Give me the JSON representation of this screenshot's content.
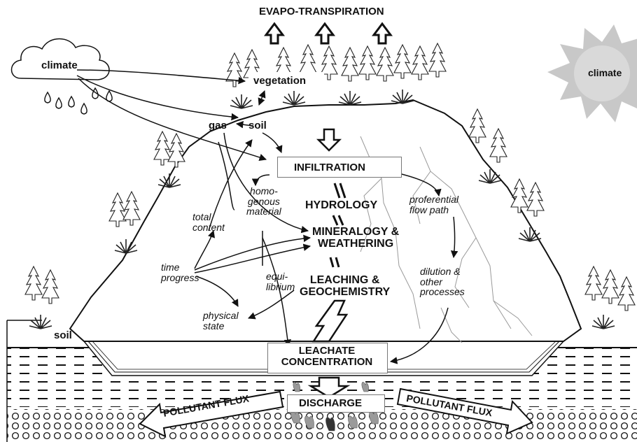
{
  "labels": {
    "evapo": "EVAPO-TRANSPIRATION",
    "climate_left": "climate",
    "climate_right": "climate",
    "vegetation": "vegetation",
    "gas": "gas",
    "soil_top": "soil",
    "soil_left": "soil",
    "infiltration": "INFILTRATION",
    "homogenous_1": "homo-",
    "homogenous_2": "genous",
    "homogenous_3": "material",
    "hydrology": "HYDROLOGY",
    "preferential_1": "proferential",
    "preferential_2": "flow path",
    "total_content_1": "total",
    "total_content_2": "content",
    "mineralogy_1": "MINERALOGY &",
    "mineralogy_2": "WEATHERING",
    "time_progress_1": "time",
    "time_progress_2": "progress",
    "equilibrium_1": "equi-",
    "equilibrium_2": "librium",
    "leaching_1": "LEACHING &",
    "leaching_2": "GEOCHEMISTRY",
    "dilution_1": "dilution &",
    "dilution_2": "other",
    "dilution_3": "processes",
    "physical_state_1": "physical",
    "physical_state_2": "state",
    "leachate_1": "LEACHATE",
    "leachate_2": "CONCENTRATION",
    "discharge": "DISCHARGE",
    "flux_left": "POLLUTANT FLUX",
    "flux_right": "POLLUTANT FLUX"
  },
  "colors": {
    "ink": "#111111",
    "sun_gray": "#c8c8c8",
    "flame": "#9a9a9a"
  }
}
